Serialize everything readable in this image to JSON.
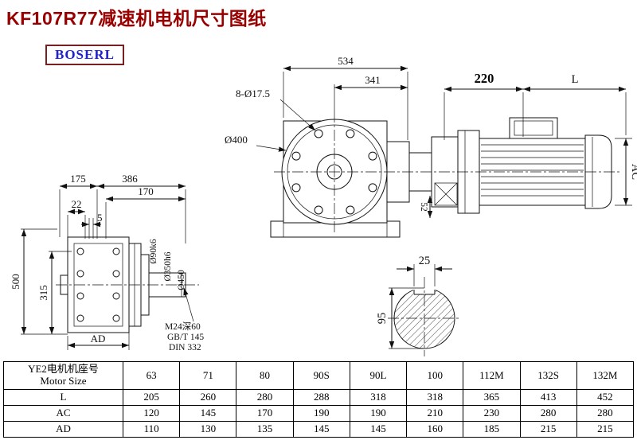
{
  "page": {
    "title": "KF107R77减速机电机尺寸图纸",
    "brand": "BOSERL"
  },
  "drawing": {
    "front": {
      "w534": "534",
      "w341": "341",
      "bolts": "8-Ø17.5",
      "flange": "Ø400",
      "a220": "220",
      "L": "L",
      "AC": "AC",
      "h52": "52"
    },
    "side": {
      "w175": "175",
      "w386": "386",
      "w170": "170",
      "w22": "22",
      "w5": "5",
      "h500": "500",
      "h315": "315",
      "shaft": "Ø90k6",
      "spigot": "Ø350h6",
      "flange": "Ø450",
      "AD": "AD",
      "tap": "M24深60",
      "std1": "GB/T 145",
      "std2": "DIN 332"
    },
    "section": {
      "key": "25",
      "dia": "95"
    }
  },
  "table": {
    "row_label_cn": "YE2电机机座号",
    "row_label_en": "Motor Size",
    "header": [
      "63",
      "71",
      "80",
      "90S",
      "90L",
      "100",
      "112M",
      "132S",
      "132M"
    ],
    "rows": [
      {
        "label": "L",
        "values": [
          "205",
          "260",
          "280",
          "288",
          "318",
          "318",
          "365",
          "413",
          "452"
        ]
      },
      {
        "label": "AC",
        "values": [
          "120",
          "145",
          "170",
          "190",
          "190",
          "210",
          "230",
          "280",
          "280"
        ]
      },
      {
        "label": "AD",
        "values": [
          "110",
          "130",
          "135",
          "145",
          "145",
          "160",
          "185",
          "215",
          "215"
        ]
      }
    ]
  }
}
